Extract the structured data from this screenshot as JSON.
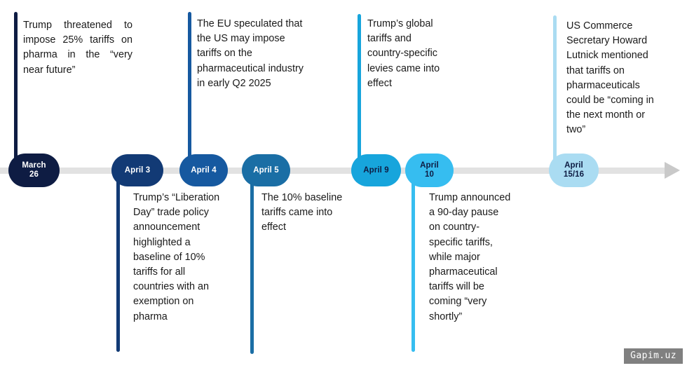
{
  "figure": {
    "type": "timeline",
    "orientation": "horizontal",
    "axis_color": "#e2e2e2",
    "background": "#ffffff"
  },
  "watermark": {
    "text": "Gapim.uz",
    "color": "#808080"
  },
  "events": [
    {
      "id": "march-26",
      "date_label_line1": "March",
      "date_label_line2": "26",
      "color": "#0e1c43",
      "text_color": "#ffffff",
      "side": "above",
      "note": "Trump threatened to impose 25% tariffs on pharma in the “very near future”"
    },
    {
      "id": "april-3",
      "date_label_line1": "April 3",
      "date_label_line2": "",
      "color": "#123a75",
      "text_color": "#ffffff",
      "side": "below",
      "note": "Trump’s “Liberation Day” trade policy announcement highlighted a baseline of 10% tariffs for all countries with an exemption on pharma"
    },
    {
      "id": "april-4",
      "date_label_line1": "April 4",
      "date_label_line2": "",
      "color": "#1659a0",
      "text_color": "#ffffff",
      "side": "above",
      "note": "The EU speculated that the US may impose tariffs on the pharmaceutical industry in early Q2 2025"
    },
    {
      "id": "april-5",
      "date_label_line1": "April 5",
      "date_label_line2": "",
      "color": "#1a6ea5",
      "text_color": "#ffffff",
      "side": "below",
      "note": "The 10% baseline tariffs came into effect"
    },
    {
      "id": "april-9",
      "date_label_line1": "April 9",
      "date_label_line2": "",
      "color": "#17a5dc",
      "text_color": "#0e1c43",
      "side": "above",
      "note": "Trump’s global tariffs and country-specific levies came into effect"
    },
    {
      "id": "april-10",
      "date_label_line1": "April",
      "date_label_line2": "10",
      "color": "#36bdf0",
      "text_color": "#0e1c43",
      "side": "below",
      "note": "Trump announced a 90-day pause on country-specific tariffs, while major pharmaceutical tariffs will be coming “very shortly”"
    },
    {
      "id": "april-15-16",
      "date_label_line1": "April",
      "date_label_line2": "15/16",
      "color": "#aadcf2",
      "text_color": "#0e1c43",
      "side": "above",
      "note": "US Commerce Secretary Howard Lutnick mentioned that tariffs on pharmaceuticals could be “coming in the next month or two”"
    }
  ]
}
